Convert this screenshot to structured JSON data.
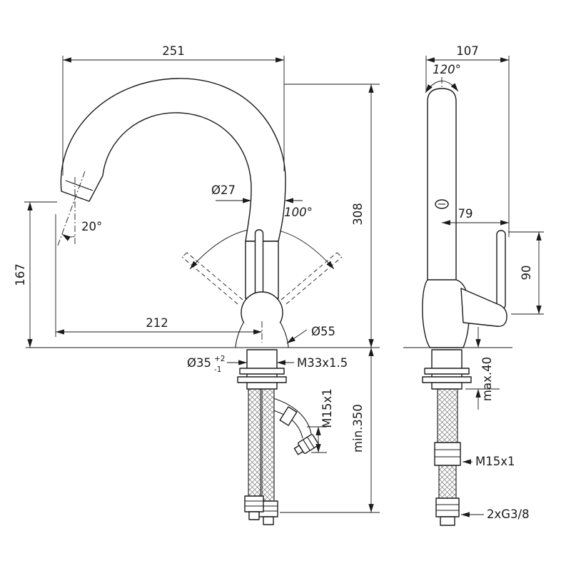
{
  "page": {
    "background": "#ffffff",
    "line_color": "#1a1a1a"
  },
  "views": {
    "front": {
      "reach": "251",
      "spout_dia": "Ø27",
      "swivel_angle": "100°",
      "height_above_deck": "308",
      "outlet_angle": "20°",
      "outlet_height": "167",
      "reach_to_axis": "212",
      "base_dia": "Ø55",
      "hole_dia": "Ø35",
      "hole_tol_plus": "+2",
      "hole_tol_minus": "-1",
      "shank_thread": "M33x1.5",
      "spray_thread": "M15x1",
      "hose_min_length": "min.350"
    },
    "side": {
      "depth": "107",
      "swivel_arc": "120°",
      "handle_offset": "79",
      "handle_height": "90",
      "max_deck": "max.40",
      "hose_thread": "M15x1",
      "supply_thread": "2xG3/8"
    }
  }
}
